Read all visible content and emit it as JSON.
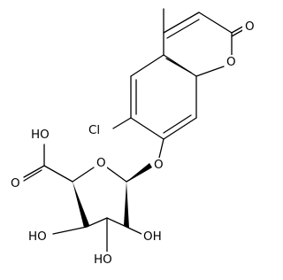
{
  "molecule": {
    "atom_labels": {
      "carbonyl_o": "O",
      "ring_o_coumarin": "O",
      "cl": "Cl",
      "ether_o": "O",
      "ring_o_sugar": "O",
      "acid_oh": "HO",
      "acid_o": "O",
      "oh_c4": "HO",
      "oh_c3": "HO",
      "oh_c2": "OH"
    }
  }
}
